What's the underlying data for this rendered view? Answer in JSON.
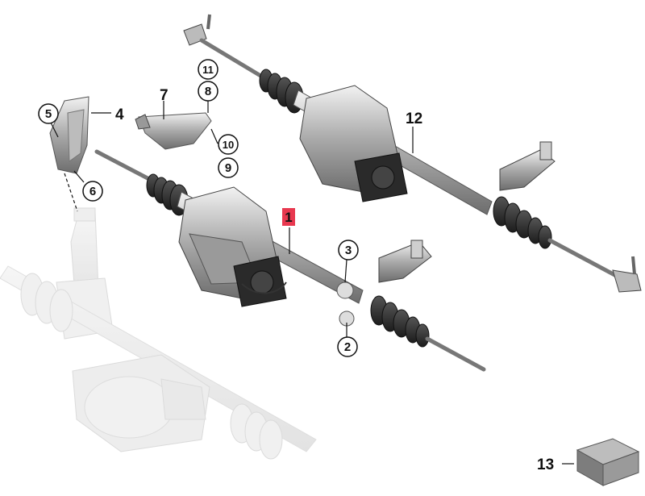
{
  "diagram": {
    "callouts": [
      {
        "id": "c1",
        "label": "1",
        "style": "highlight"
      },
      {
        "id": "c2",
        "label": "2",
        "style": "circle"
      },
      {
        "id": "c3",
        "label": "3",
        "style": "circle"
      },
      {
        "id": "c4",
        "label": "4",
        "style": "plain"
      },
      {
        "id": "c5",
        "label": "5",
        "style": "circle"
      },
      {
        "id": "c6",
        "label": "6",
        "style": "circle"
      },
      {
        "id": "c7",
        "label": "7",
        "style": "plain"
      },
      {
        "id": "c8",
        "label": "8",
        "style": "circle"
      },
      {
        "id": "c9",
        "label": "9",
        "style": "circle"
      },
      {
        "id": "c10",
        "label": "10",
        "style": "circle"
      },
      {
        "id": "c11",
        "label": "11",
        "style": "circle"
      },
      {
        "id": "c12",
        "label": "12",
        "style": "plain"
      },
      {
        "id": "c13",
        "label": "13",
        "style": "plain"
      }
    ],
    "colors": {
      "highlight": "#e8384f",
      "line": "#111111",
      "part_dark": "#3a3a3a",
      "part_mid": "#8a8a8a",
      "part_light": "#d6d6d6",
      "ghost": "#e6e6e6"
    }
  }
}
